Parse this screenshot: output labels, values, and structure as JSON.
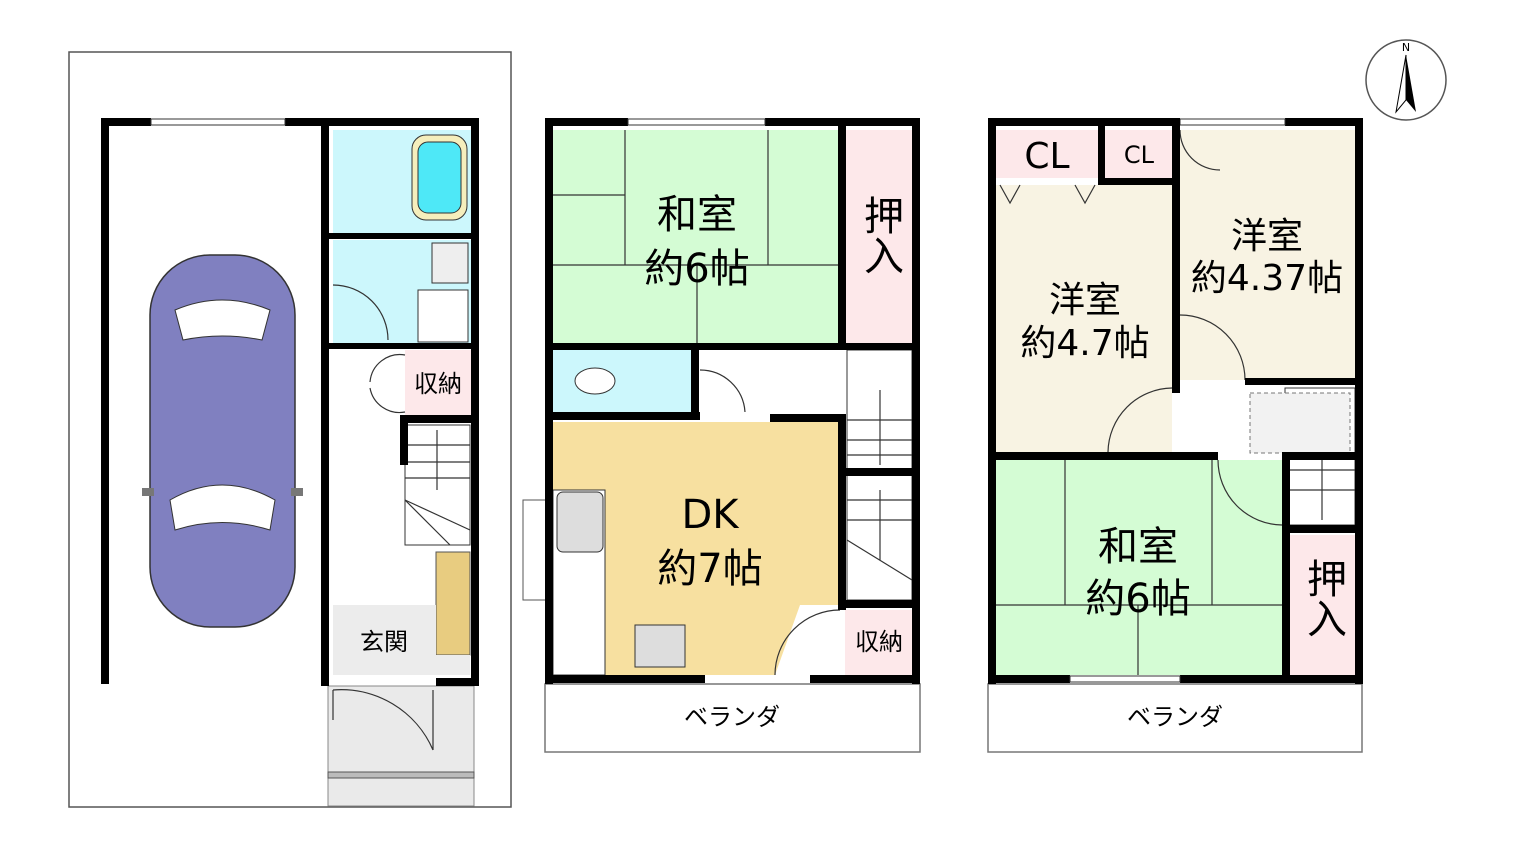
{
  "compass": {
    "label": "N"
  },
  "floor1": {
    "entrance": "玄関",
    "storage": "収納"
  },
  "floor2": {
    "washitsu": {
      "name": "和室",
      "size": "約6帖"
    },
    "oshiire": "押入",
    "dk": {
      "name": "DK",
      "size": "約7帖"
    },
    "storage": "収納",
    "veranda": "ベランダ"
  },
  "floor3": {
    "cl1": "CL",
    "cl2": "CL",
    "yoshitsu_a": {
      "name": "洋室",
      "size": "約4.7帖"
    },
    "yoshitsu_b": {
      "name": "洋室",
      "size": "約4.37帖"
    },
    "washitsu": {
      "name": "和室",
      "size": "約6帖"
    },
    "oshiire": "押入",
    "veranda": "ベランダ"
  },
  "colors": {
    "washitsu": "#d4fcd4",
    "oshiire": "#fde8ea",
    "wet": "#ccf7fc",
    "dk": "#f7e0a0",
    "yoshitsu": "#f8f3e3",
    "car": "#8080c0"
  }
}
